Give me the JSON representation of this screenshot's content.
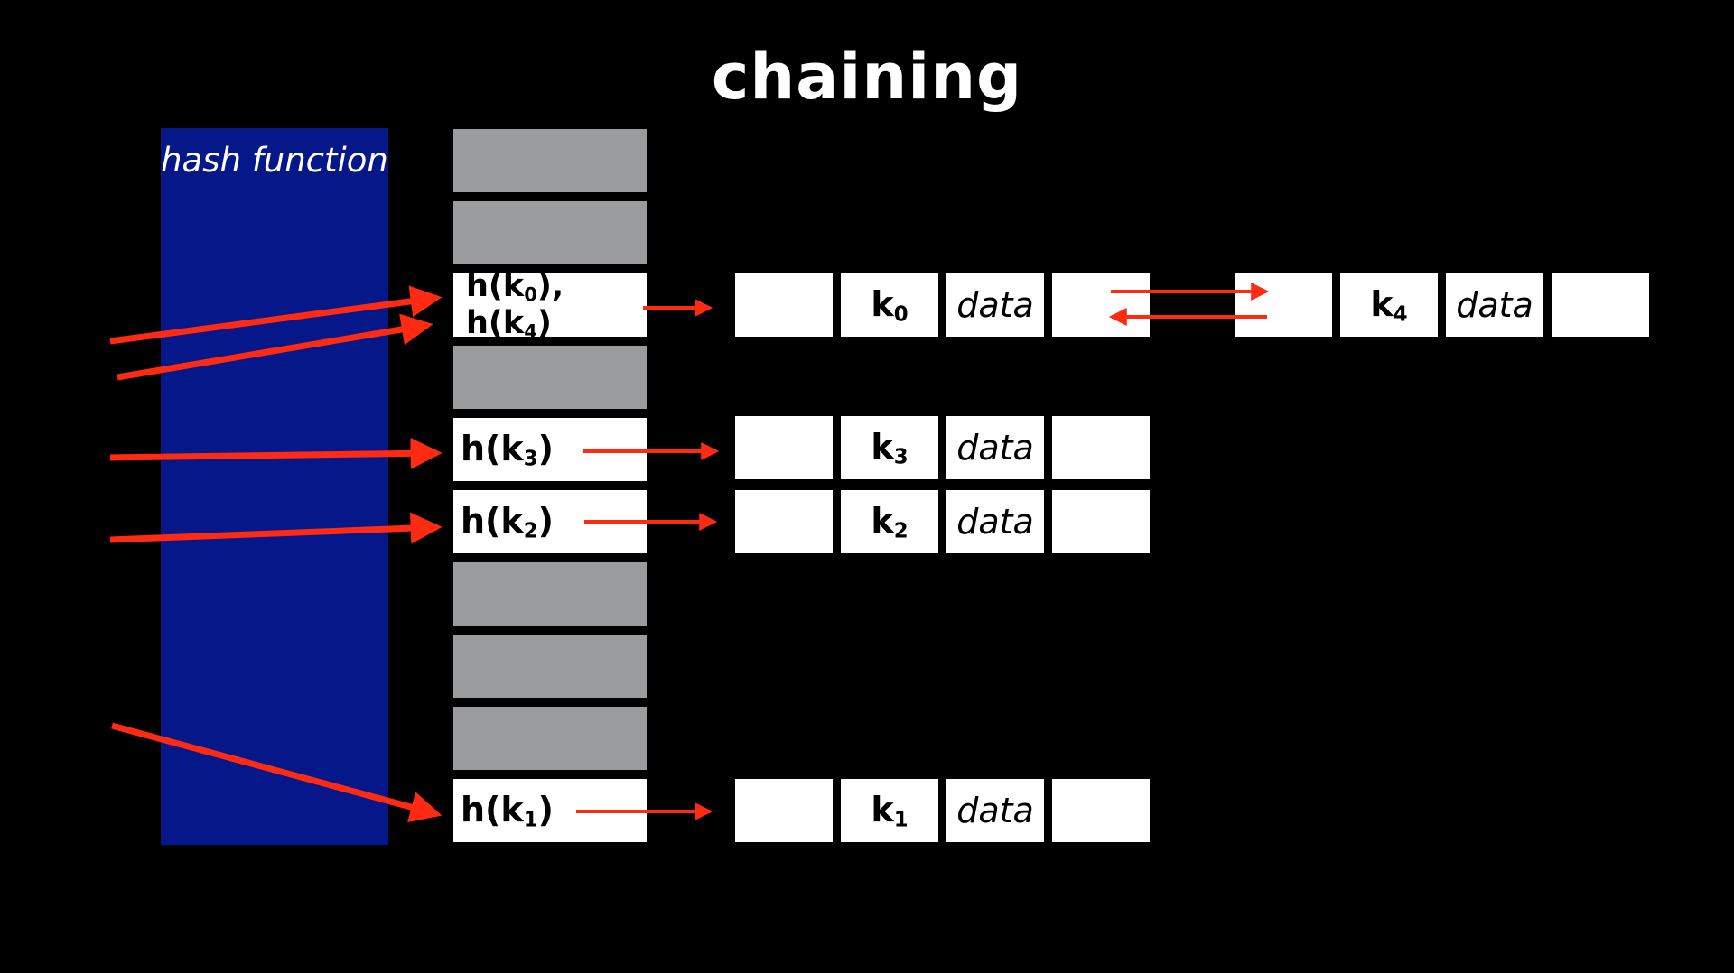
{
  "title": "chaining",
  "hash_function_label": "hash function",
  "colors": {
    "background": "#000000",
    "hash_panel": "#06178a",
    "empty_slot": "#999b9c",
    "arrow": "#ff2a12",
    "cell": "#ffffff"
  },
  "slots": [
    {
      "state": "empty"
    },
    {
      "state": "empty"
    },
    {
      "state": "filled",
      "label": "h(k0), h(k4)"
    },
    {
      "state": "empty"
    },
    {
      "state": "filled",
      "label": "h(k3)"
    },
    {
      "state": "filled",
      "label": "h(k2)"
    },
    {
      "state": "empty"
    },
    {
      "state": "empty"
    },
    {
      "state": "empty"
    },
    {
      "state": "filled",
      "label": "h(k1)"
    }
  ],
  "chains": [
    {
      "slot": "h(k0), h(k4)",
      "nodes": [
        {
          "key": "k0",
          "data": "data"
        },
        {
          "key": "k4",
          "data": "data"
        }
      ]
    },
    {
      "slot": "h(k3)",
      "nodes": [
        {
          "key": "k3",
          "data": "data"
        }
      ]
    },
    {
      "slot": "h(k2)",
      "nodes": [
        {
          "key": "k2",
          "data": "data"
        }
      ]
    },
    {
      "slot": "h(k1)",
      "nodes": [
        {
          "key": "k1",
          "data": "data"
        }
      ]
    }
  ]
}
